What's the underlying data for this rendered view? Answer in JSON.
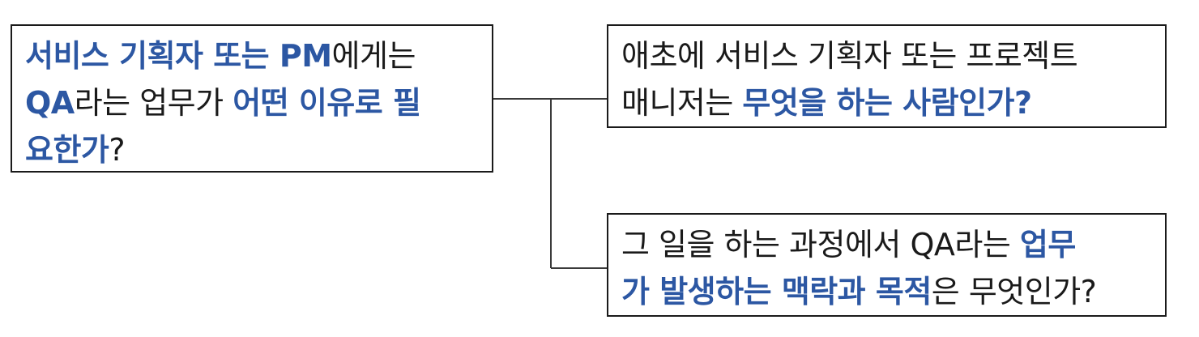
{
  "main_question": {
    "line1": {
      "hl": "서비스 기획자 또는 PM",
      "norm": "에게는"
    },
    "line2": {
      "hl1": "QA",
      "norm": "라는 업무가 ",
      "hl2": "어떤 이유로 필"
    },
    "line3": {
      "hl": "요한가",
      "norm": "?"
    }
  },
  "sub_question_top": {
    "line1": {
      "norm": "애초에 서비스 기획자 또는 프로젝트"
    },
    "line2": {
      "norm": "매니저는 ",
      "hl": "무엇을 하는 사람인가?"
    }
  },
  "sub_question_bottom": {
    "line1": {
      "norm": "그 일을 하는 과정에서 QA라는 ",
      "hl": "업무"
    },
    "line2": {
      "hl": "가 발생하는 맥락과 목적",
      "norm": "은 무엇인가?"
    }
  },
  "colors": {
    "highlight": "#2c57a3",
    "text": "#1a1a1a",
    "border": "#1a1a1a",
    "connector": "#3a3a3a"
  }
}
